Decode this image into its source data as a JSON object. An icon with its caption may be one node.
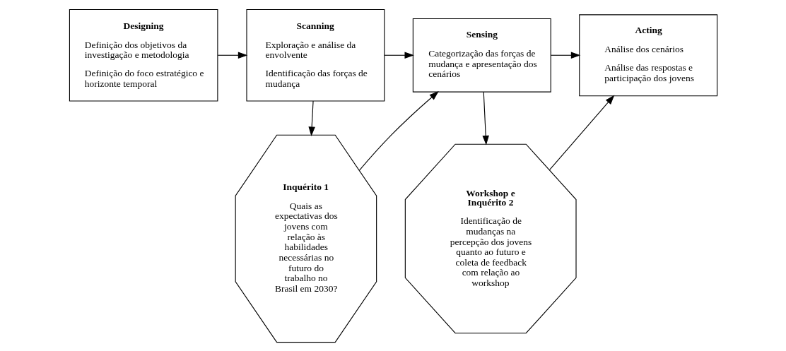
{
  "diagram": {
    "nodes": [
      {
        "text": [
          "Designing",
          "Definição dos objetivos da investigação e metodologia",
          "Definição do foco estratégico e horizonte temporal"
        ]
      },
      {
        "text": [
          "Scanning",
          "Exploração e análise da envolvente",
          "Identificação das forças de mudança"
        ]
      },
      {
        "text": [
          "Sensing",
          "Categorização das forças de mudança e apresentação dos cenários"
        ]
      },
      {
        "text": [
          "Acting",
          "Análise dos cenários",
          "Análise das respostas e participação dos jovens"
        ]
      },
      {
        "text": [
          "Inquérito 1",
          "Quais as expectativas dos jovens com relação às habilidades necessárias no futuro do trabalho no Brasil em 2030?"
        ]
      },
      {
        "text": [
          "Workshop e Inquérito 2",
          "Identificação de mudanças na percepção dos jovens quanto ao futuro e coleta de feedback com relação ao workshop"
        ]
      }
    ],
    "edges": [
      {
        "from": 0,
        "to": 1,
        "arrow": "to"
      },
      {
        "from": 1,
        "to": 2,
        "arrow": "to"
      },
      {
        "from": 2,
        "to": 3,
        "arrow": "to"
      },
      {
        "from": 1,
        "to": 4,
        "arrow": "to"
      },
      {
        "from": 4,
        "to": 2,
        "arrow": "to"
      },
      {
        "from": 2,
        "to": 5,
        "arrow": "to"
      },
      {
        "from": 5,
        "to": 3,
        "arrow": "to"
      }
    ]
  }
}
